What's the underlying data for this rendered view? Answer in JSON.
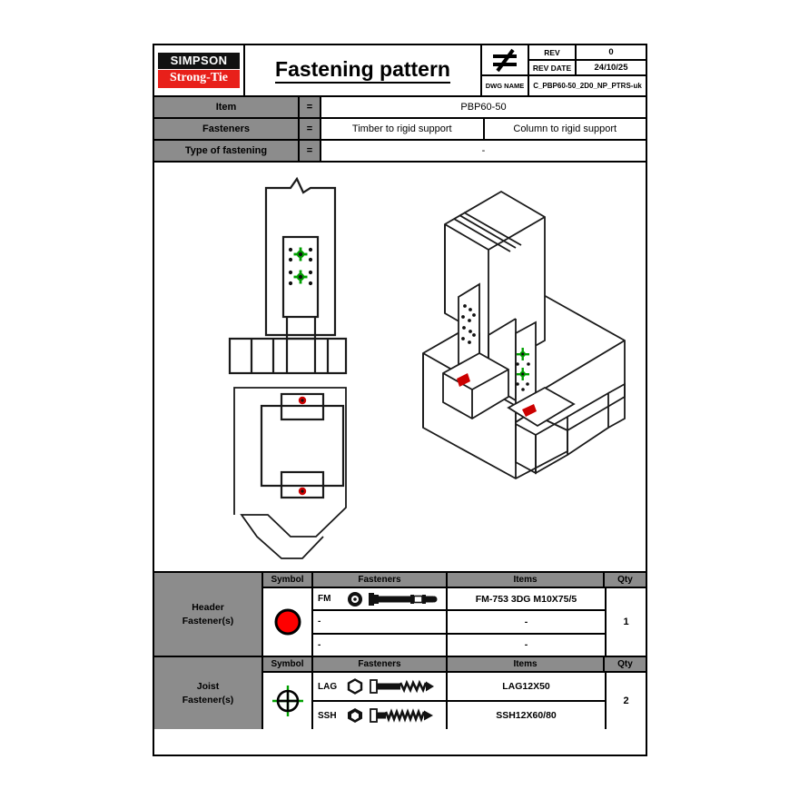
{
  "title_block": {
    "logo_line1": "SIMPSON",
    "logo_line2": "Strong-Tie",
    "drawing_title": "Fastening pattern",
    "not_equal_symbol": "≠",
    "rev_label": "REV",
    "rev_value": "0",
    "rev_date_label": "REV DATE",
    "rev_date_value": "24/10/25",
    "dwg_name_label": "DWG NAME",
    "dwg_name_value": "C_PBP60-50_2D0_NP_PTRS-uk"
  },
  "info": {
    "equals": "=",
    "rows": [
      {
        "label": "Item",
        "value": "PBP60-50"
      },
      {
        "label": "Fasteners",
        "value_left": "Timber to rigid support",
        "value_right": "Column to rigid support"
      },
      {
        "label": "Type of fastening",
        "value": "-"
      }
    ]
  },
  "tables": [
    {
      "name": "Header\nFastener(s)",
      "name_line1": "Header",
      "name_line2": "Fastener(s)",
      "headers": {
        "symbol": "Symbol",
        "fasteners": "Fasteners",
        "items": "Items",
        "qty": "Qty"
      },
      "symbol_kind": "red-filled-circle",
      "symbol_color": "#ff0000",
      "qty": "1",
      "rows": [
        {
          "code": "FM",
          "icon": "expansion-anchor-bolt-icon",
          "item": "FM-753 3DG M10X75/5"
        },
        {
          "code": "-",
          "icon": "",
          "item": "-"
        },
        {
          "code": "-",
          "icon": "",
          "item": "-"
        }
      ]
    },
    {
      "name_line1": "Joist",
      "name_line2": "Fastener(s)",
      "headers": {
        "symbol": "Symbol",
        "fasteners": "Fasteners",
        "items": "Items",
        "qty": "Qty"
      },
      "symbol_kind": "green-crosshair-circle",
      "symbol_color": "#00a000",
      "qty": "2",
      "rows": [
        {
          "code": "LAG",
          "icon": "hex-head-lag-screw-icon",
          "item": "LAG12X50"
        },
        {
          "code": "SSH",
          "icon": "hex-washer-head-screw-icon",
          "item": "SSH12X60/80"
        }
      ]
    }
  ],
  "drawing": {
    "views": [
      {
        "name": "front-elevation-view",
        "fastener_marks": "green-crosshairs"
      },
      {
        "name": "plan-section-view",
        "fastener_marks": "red-dots"
      },
      {
        "name": "isometric-3d-view",
        "fastener_marks": "green-and-red"
      }
    ],
    "colors": {
      "green": "#00a000",
      "red": "#cc0000",
      "line": "#1a1a1a"
    }
  }
}
